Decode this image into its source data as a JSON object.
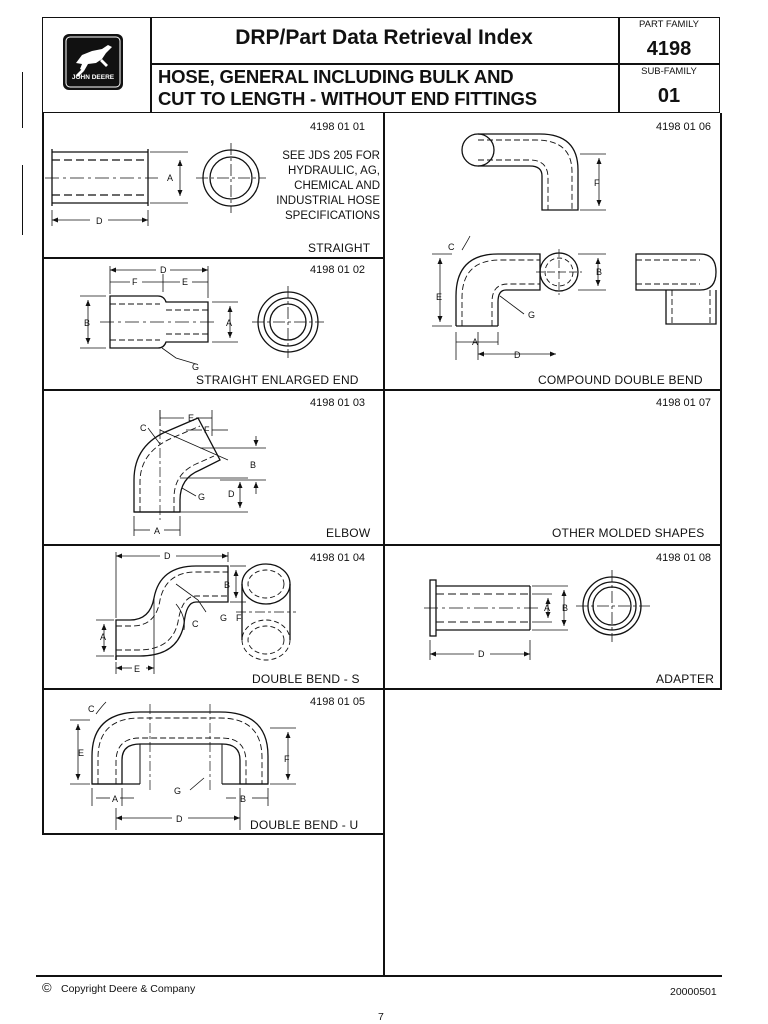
{
  "header": {
    "logo_text": "JOHN DEERE",
    "title": "DRP/Part Data Retrieval Index",
    "subtitle_line1": "HOSE, GENERAL INCLUDING BULK AND",
    "subtitle_line2": "CUT TO LENGTH - WITHOUT END FITTINGS",
    "family_label": "PART FAMILY",
    "family_value": "4198",
    "subfamily_label": "SUB-FAMILY",
    "subfamily_value": "01"
  },
  "cells": [
    {
      "code": "4198 01 01",
      "caption": "STRAIGHT",
      "note": [
        "SEE JDS 205 FOR",
        "HYDRAULIC, AG,",
        "CHEMICAL AND",
        "INDUSTRIAL HOSE",
        "SPECIFICATIONS"
      ],
      "dims": [
        "A",
        "D"
      ]
    },
    {
      "code": "4198 01 06",
      "caption": "COMPOUND DOUBLE BEND",
      "dims": [
        "F",
        "C",
        "B",
        "E",
        "G",
        "A",
        "D"
      ]
    },
    {
      "code": "4198 01 02",
      "caption": "STRAIGHT ENLARGED END",
      "dims": [
        "D",
        "F",
        "E",
        "B",
        "A",
        "G"
      ]
    },
    {
      "code": "4198 01 03",
      "caption": "ELBOW",
      "dims": [
        "E",
        "C",
        "F",
        "B",
        "G",
        "D",
        "A"
      ]
    },
    {
      "code": "4198 01 07",
      "caption": "OTHER MOLDED SHAPES"
    },
    {
      "code": "4198 01 04",
      "caption": "DOUBLE BEND - S",
      "dims": [
        "D",
        "B",
        "G",
        "F",
        "C",
        "A",
        "E"
      ]
    },
    {
      "code": "4198 01 08",
      "caption": "ADAPTER",
      "dims": [
        "A",
        "B",
        "D"
      ]
    },
    {
      "code": "4198 01 05",
      "caption": "DOUBLE BEND - U",
      "dims": [
        "C",
        "E",
        "F",
        "G",
        "A",
        "B",
        "D"
      ]
    }
  ],
  "footer": {
    "copyright_symbol": "©",
    "copyright": "Copyright Deere & Company",
    "date_code": "20000501",
    "page_number": "7"
  }
}
